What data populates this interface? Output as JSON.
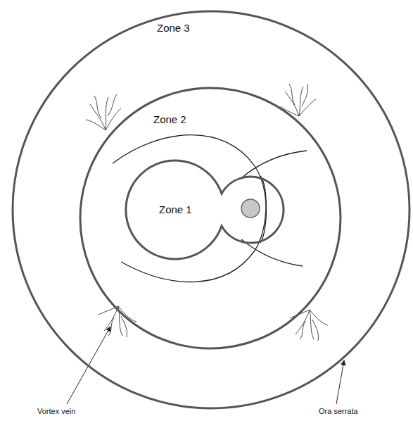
{
  "diagram": {
    "nodes": [
      {
        "text": [
          "Zone 3"
        ]
      },
      {
        "text": [
          "Zone 2"
        ],
        "in": 0
      },
      {
        "text": [
          "Zone 1"
        ],
        "in": 1
      }
    ],
    "labels": [
      "Vortex vein",
      "Ora serrata"
    ]
  }
}
